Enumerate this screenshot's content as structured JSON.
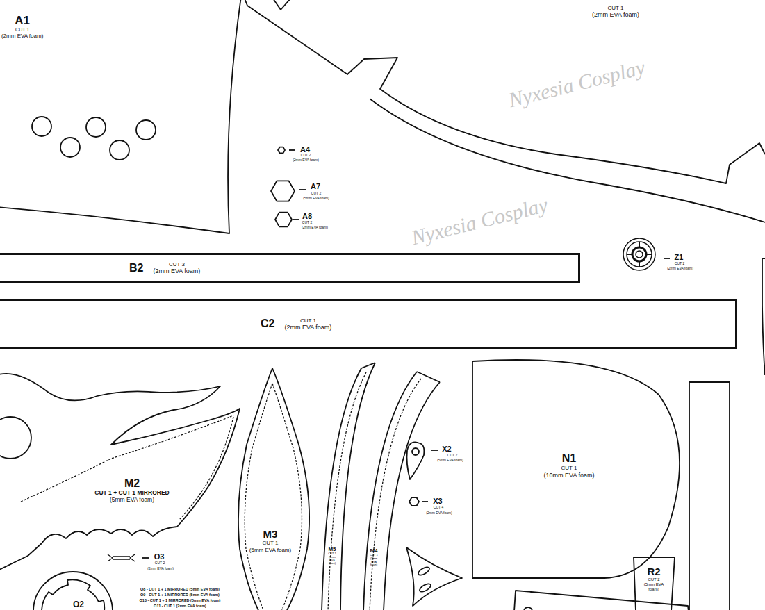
{
  "diagram": {
    "nodes": [
      {
        "text": [
          "A1",
          "CUT 1",
          "(2mm EVA foam)"
        ]
      },
      {
        "text": [
          "CUT 1",
          "(2mm EVA foam)"
        ]
      },
      {
        "text": [
          "B2",
          "CUT 3",
          "(2mm EVA foam)"
        ]
      },
      {
        "text": [
          "C2",
          "CUT 1",
          "(2mm EVA foam)"
        ]
      },
      {
        "text": [
          "M2",
          "CUT 1 + CUT 1 MIRRORED",
          "(5mm EVA foam)"
        ]
      },
      {
        "text": [
          "M3",
          "CUT 1",
          "(5mm EVA foam)"
        ]
      },
      {
        "text": [
          "M5",
          "CUT 1",
          "(5mm EVA foam)"
        ]
      },
      {
        "text": [
          "M4",
          "CUT 1",
          "(5mm EVA foam)"
        ]
      },
      {
        "text": [
          "N1",
          "CUT 1",
          "(10mm EVA foam)"
        ]
      },
      {
        "text": [
          "R2",
          "CUT 2",
          "(5mm EVA foam)"
        ]
      },
      {
        "text": [
          "O2"
        ]
      }
    ],
    "labels": [
      "A4",
      "CUT 2",
      "(2mm EVA foam)",
      "A7",
      "CUT 2",
      "(5mm EVA foam)",
      "A8",
      "CUT 2",
      "(2mm EVA foam)",
      "Z1",
      "CUT 2",
      "(2mm EVA foam)",
      "X2",
      "CUT 2",
      "(5mm EVA foam)",
      "X3",
      "CUT 4",
      "(2mm EVA foam)",
      "O3",
      "CUT 2",
      "(2mm EVA foam)",
      "O8 - CUT 1 + 1 MIRRORED (5mm EVA foam)",
      "O9 - CUT 1 + 1 MIRRORED (5mm EVA foam)",
      "O10 - CUT 1 + 1 MIRRORED (5mm EVA foam)",
      "O11 - CUT 1 (2mm EVA foam)",
      "Nyxesia Cosplay",
      "Nyxesia Cosplay"
    ]
  }
}
